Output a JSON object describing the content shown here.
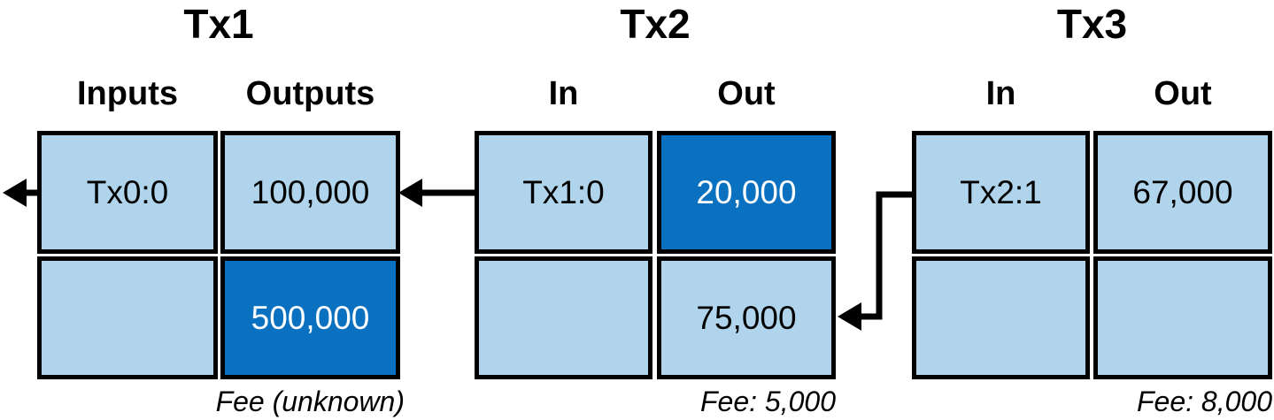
{
  "colors": {
    "cell_light": "#b0d4ec",
    "cell_dark": "#0a70c0",
    "border": "#000000",
    "text": "#000000",
    "text_inverse": "#ffffff"
  },
  "transactions": [
    {
      "title": "Tx1",
      "in_header": "Inputs",
      "out_header": "Outputs",
      "inputs": [
        "Tx0:0",
        ""
      ],
      "outputs": [
        "100,000",
        "500,000"
      ],
      "fee_label": "Fee (unknown)"
    },
    {
      "title": "Tx2",
      "in_header": "In",
      "out_header": "Out",
      "inputs": [
        "Tx1:0",
        ""
      ],
      "outputs": [
        "20,000",
        "75,000"
      ],
      "fee_label": "Fee: 5,000"
    },
    {
      "title": "Tx3",
      "in_header": "In",
      "out_header": "Out",
      "inputs": [
        "Tx2:1",
        ""
      ],
      "outputs": [
        "67,000",
        ""
      ],
      "fee_label": "Fee: 8,000"
    }
  ],
  "highlighted_cells": [
    "Tx1 output 500,000",
    "Tx2 output 20,000"
  ],
  "connections": [
    {
      "from": "Tx1 input Tx0:0",
      "to": "left off-canvas"
    },
    {
      "from": "Tx2 input Tx1:0",
      "to": "Tx1 output 100,000"
    },
    {
      "from": "Tx3 input Tx2:1",
      "to": "Tx2 output 75,000"
    }
  ]
}
